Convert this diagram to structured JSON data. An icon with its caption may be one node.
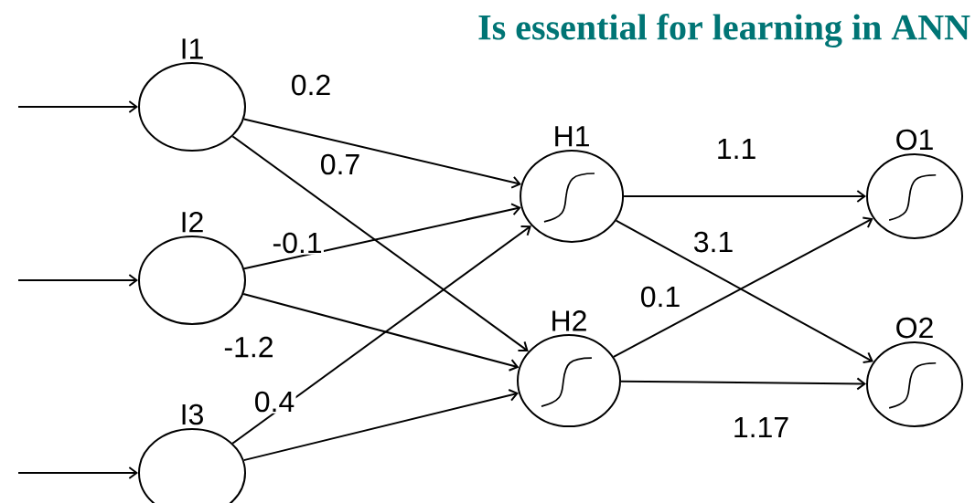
{
  "diagram": {
    "title": "Is essential for learning in ANN",
    "nodes": [
      {
        "text": [
          "I1"
        ]
      },
      {
        "text": [
          "I2"
        ]
      },
      {
        "text": [
          "I3"
        ]
      },
      {
        "text": [
          "H1"
        ]
      },
      {
        "text": [
          "H2"
        ]
      },
      {
        "text": [
          "O1"
        ]
      },
      {
        "text": [
          "O2"
        ]
      }
    ],
    "edges": [
      {
        "from": null,
        "to": 0,
        "arrow": "to"
      },
      {
        "from": null,
        "to": 1,
        "arrow": "to"
      },
      {
        "from": null,
        "to": 2,
        "arrow": "to"
      },
      {
        "from": 0,
        "to": 3,
        "arrow": "to",
        "label": "0.2"
      },
      {
        "from": 0,
        "to": 4,
        "arrow": "to",
        "label": "0.7"
      },
      {
        "from": 1,
        "to": 3,
        "arrow": "to",
        "label": "-0.1"
      },
      {
        "from": 1,
        "to": 4,
        "arrow": "to",
        "label": "-1.2"
      },
      {
        "from": 2,
        "to": 3,
        "arrow": "to",
        "label": "0.4"
      },
      {
        "from": 2,
        "to": 4,
        "arrow": "to"
      },
      {
        "from": 3,
        "to": 5,
        "arrow": "to",
        "label": "1.1"
      },
      {
        "from": 3,
        "to": 6,
        "arrow": "to",
        "label": "3.1"
      },
      {
        "from": 4,
        "to": 5,
        "arrow": "to",
        "label": "0.1"
      },
      {
        "from": 4,
        "to": 6,
        "arrow": "to",
        "label": "1.17"
      }
    ]
  }
}
